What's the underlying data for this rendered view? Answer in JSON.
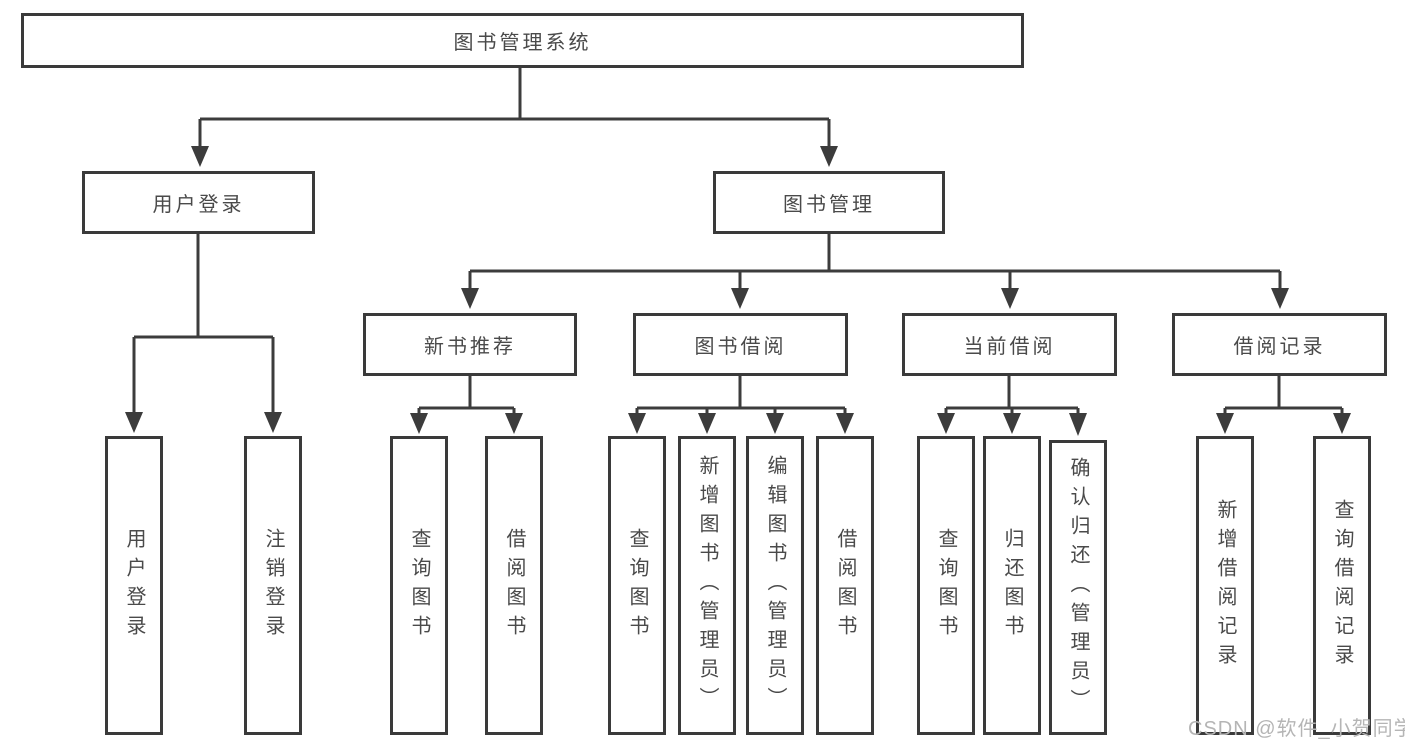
{
  "colors": {
    "background": "#ffffff",
    "line": "#3c3c3c",
    "box_border": "#3a3a3a",
    "text": "#4a4a4a",
    "watermark": "#b5b5b5"
  },
  "root": {
    "label": "图书管理系统"
  },
  "branches": {
    "user": {
      "label": "用户登录",
      "children": [
        "用户登录",
        "注销登录"
      ]
    },
    "book": {
      "label": "图书管理",
      "sections": [
        {
          "label": "新书推荐",
          "children": [
            "查询图书",
            "借阅图书"
          ]
        },
        {
          "label": "图书借阅",
          "children": [
            "查询图书",
            "新增图书（管理员）",
            "编辑图书（管理员）",
            "借阅图书"
          ]
        },
        {
          "label": "当前借阅",
          "children": [
            "查询图书",
            "归还图书",
            "确认归还（管理员）"
          ]
        },
        {
          "label": "借阅记录",
          "children": [
            "新增借阅记录",
            "查询借阅记录"
          ]
        }
      ]
    }
  },
  "watermark": "CSDN @软件_小贺同学"
}
